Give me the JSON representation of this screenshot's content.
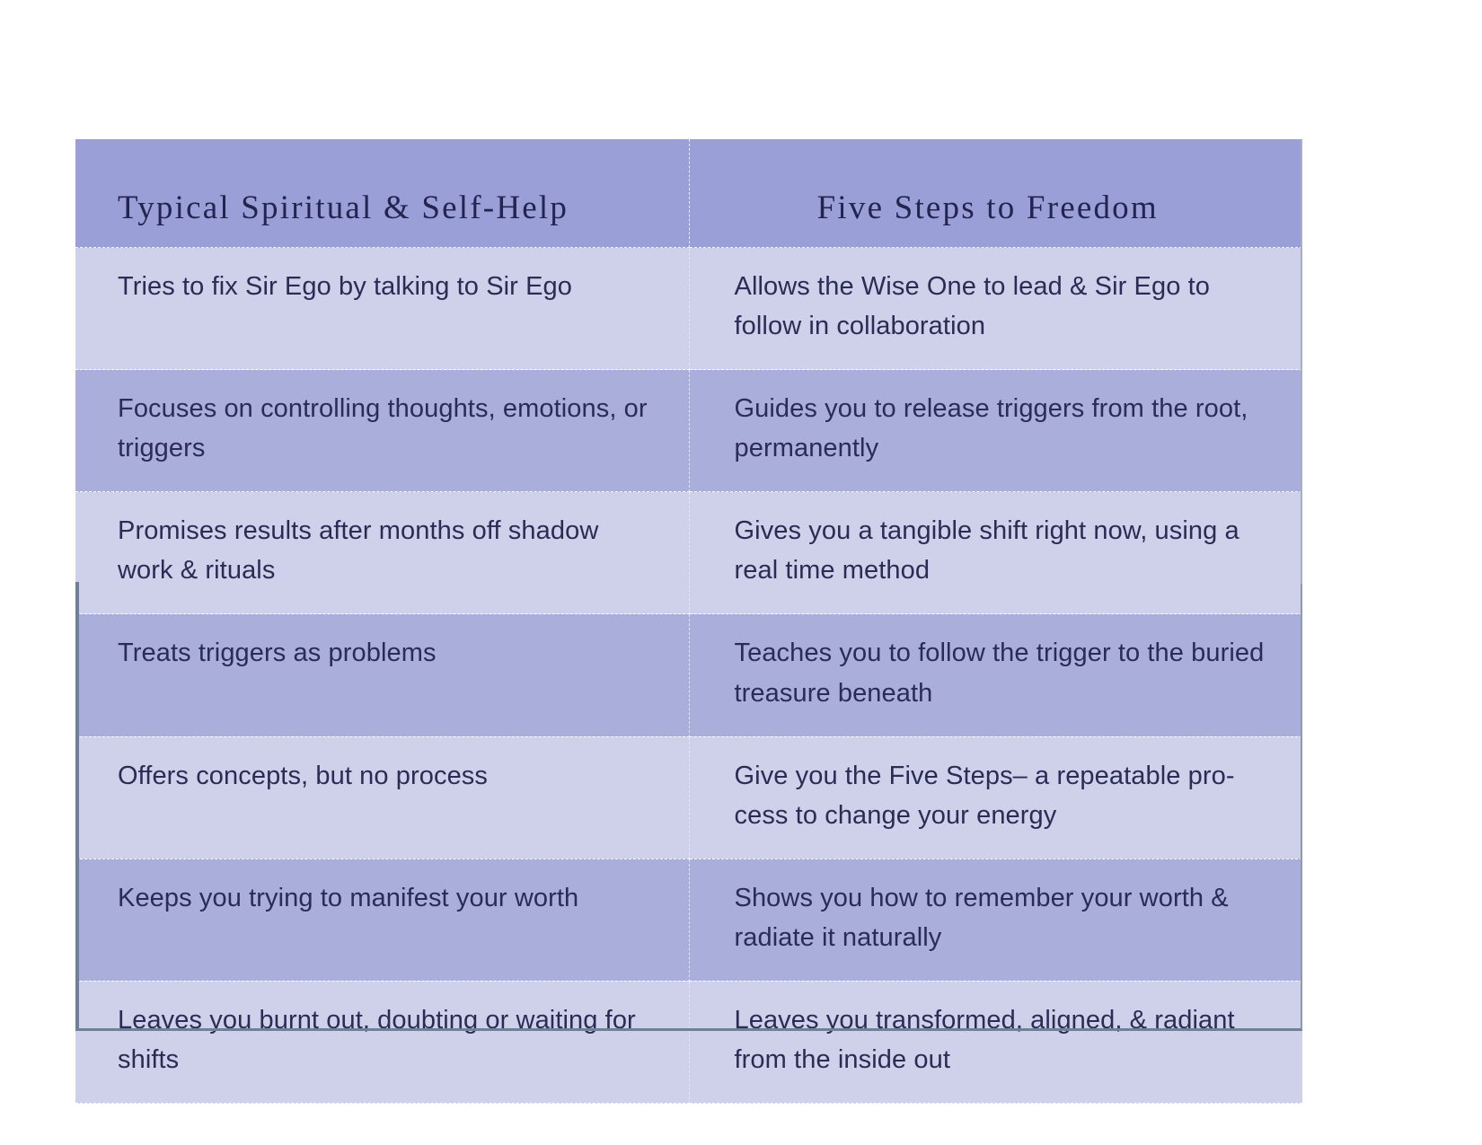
{
  "table": {
    "headers": {
      "left": "Typical Spiritual & Self-Help",
      "right": "Five Steps to Freedom"
    },
    "rows": [
      {
        "left": "Tries to fix Sir Ego by talking to Sir Ego",
        "right": "Allows the Wise One to lead & Sir Ego to follow in collaboration",
        "tone": "light"
      },
      {
        "left": "Focuses on controlling thoughts, emotions, or triggers",
        "right": "Guides you to release triggers from the root, permanently",
        "tone": "dark"
      },
      {
        "left": "Promises results after months off shadow work & rituals",
        "right": "Gives you a tangible shift right now, using a real time method",
        "tone": "light"
      },
      {
        "left": "Treats triggers as problems",
        "right": "Teaches you to follow the trigger to the buried treasure beneath",
        "tone": "dark"
      },
      {
        "left": "Offers concepts, but no process",
        "right": "Give you the Five Steps– a repeatable pro-cess to change your energy",
        "tone": "light"
      },
      {
        "left": "Keeps you trying to manifest your worth",
        "right": "Shows you how to remember your worth & radiate it naturally",
        "tone": "dark"
      },
      {
        "left": "Leaves you burnt out, doubting or waiting for shifts",
        "right": "Leaves you transformed, aligned, & radiant from the inside out",
        "tone": "light"
      }
    ]
  },
  "colors": {
    "header_background": "#9a9fd7",
    "row_light": "#cfd1ea",
    "row_dark": "#a9aedb",
    "text": "#2b2c55",
    "header_text": "#23244f",
    "outer_border": "#6e8199",
    "page_background": "#ffffff"
  }
}
